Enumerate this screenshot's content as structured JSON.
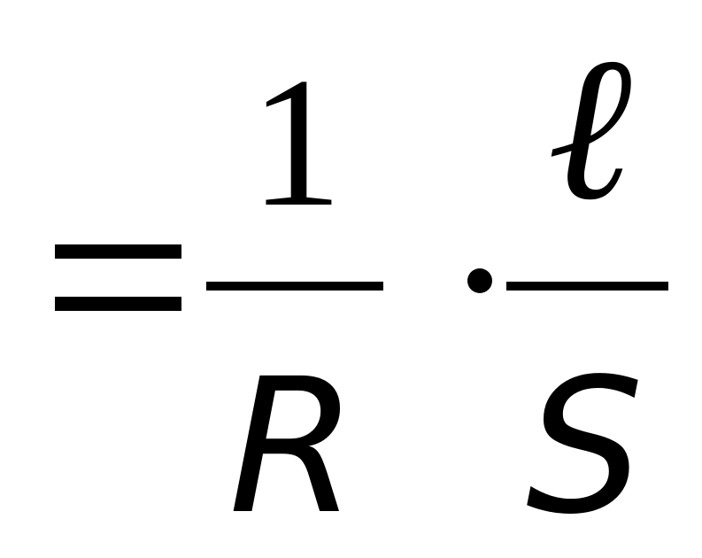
{
  "formula": {
    "equals": "=",
    "fraction1": {
      "numerator": "1",
      "denominator": "R"
    },
    "operator": "·",
    "fraction2": {
      "numerator": "ℓ",
      "denominator": "S"
    }
  }
}
